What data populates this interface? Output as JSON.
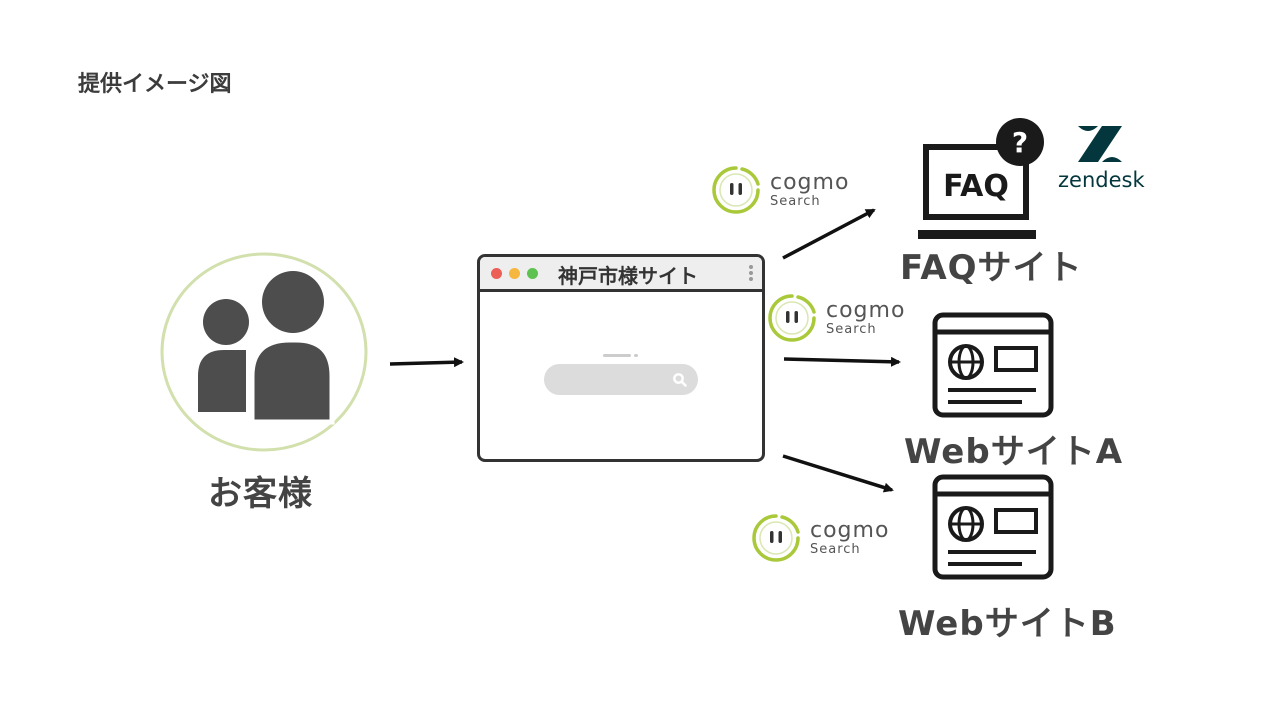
{
  "page_title": "提供イメージ図",
  "customer": {
    "label": "お客様",
    "ring_color": "#d2e0ad",
    "icon": "users-icon"
  },
  "browser": {
    "title": "神戸市様サイト",
    "dot_colors": [
      "#ec5f56",
      "#f5b73e",
      "#5dc24f"
    ],
    "search_icon": "search-icon"
  },
  "cogmo_badge": {
    "name": "cogmo",
    "sub": "Search",
    "accent": "#a9c93a"
  },
  "targets": [
    {
      "label": "FAQサイト",
      "icon": "faq-laptop-icon",
      "screen_text": "FAQ",
      "badge_symbol": "?"
    },
    {
      "label": "WebサイトA",
      "icon": "website-icon"
    },
    {
      "label": "WebサイトB",
      "icon": "website-icon"
    }
  ],
  "zendesk": {
    "name": "zendesk",
    "color": "#03363d"
  }
}
